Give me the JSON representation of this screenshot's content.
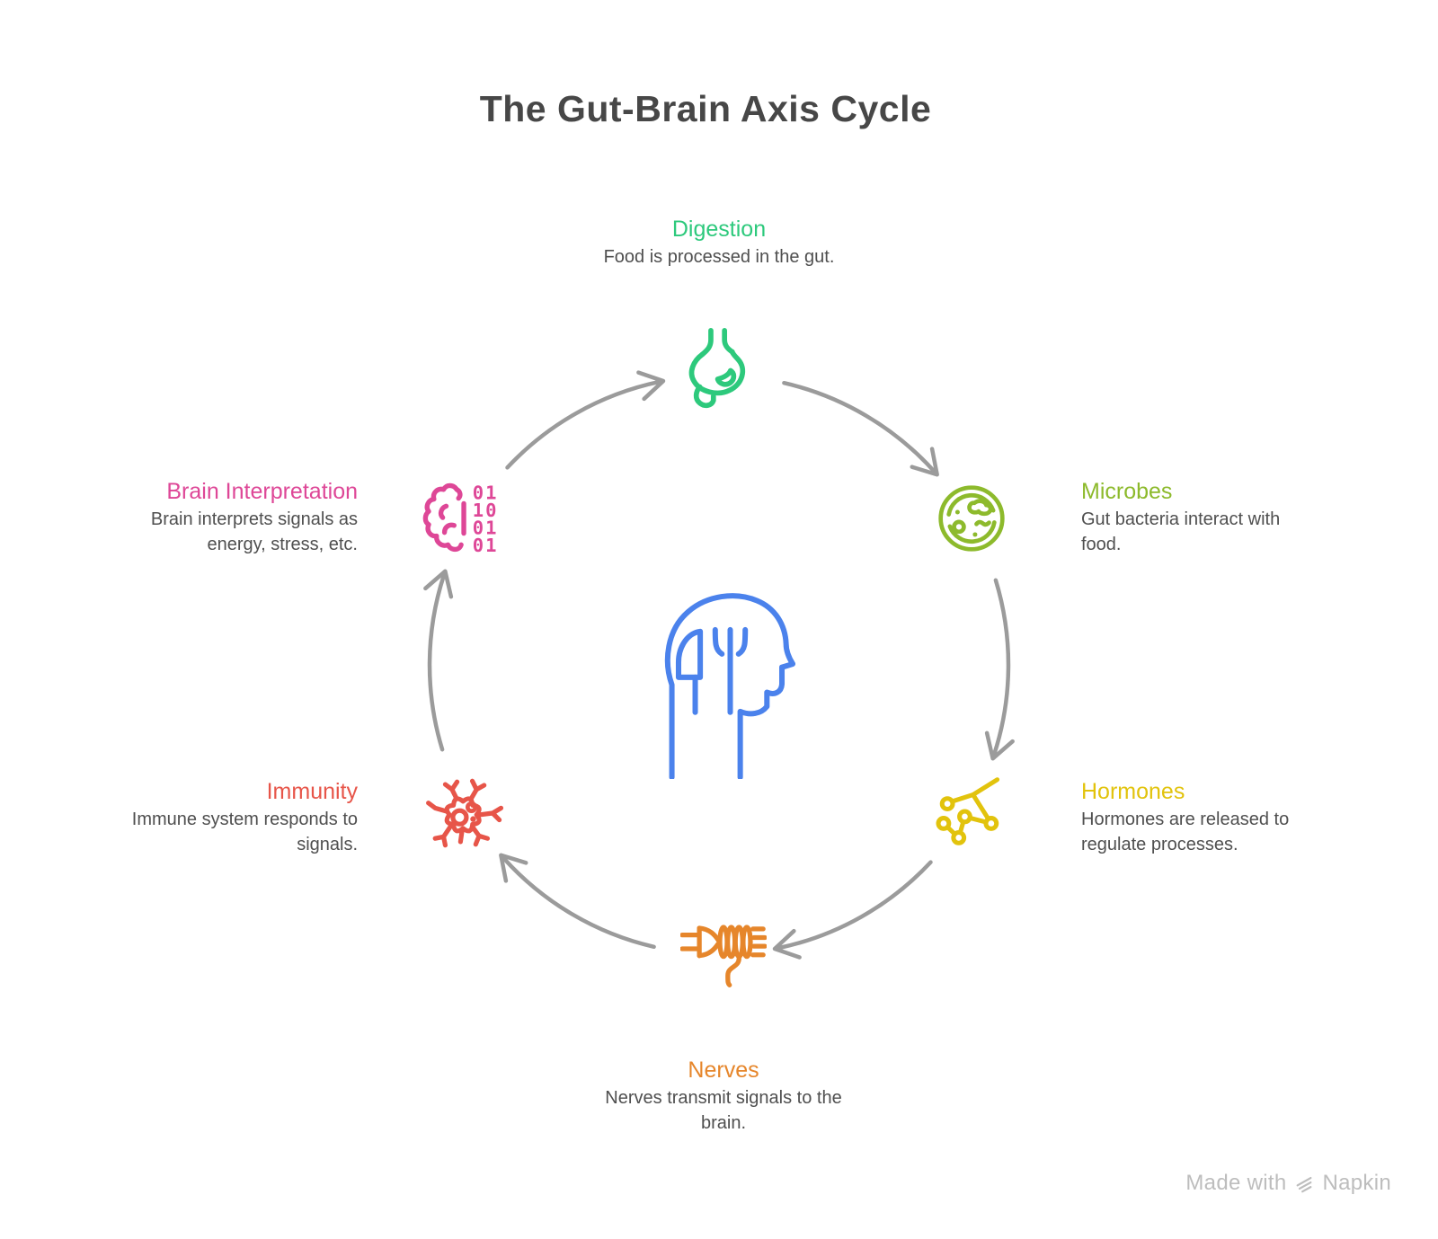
{
  "title": "The Gut-Brain Axis Cycle",
  "colors": {
    "title": "#474747",
    "description": "#4f4f4f",
    "arrow": "#9b9b9b",
    "watermark": "#bdbdbd"
  },
  "center": {
    "icon": "head-with-cutlery",
    "color": "#4b82ec"
  },
  "nodes": [
    {
      "id": "digestion",
      "label": "Digestion",
      "description": "Food is processed in the gut.",
      "color": "#2dc97c",
      "icon": "stomach-icon"
    },
    {
      "id": "microbes",
      "label": "Microbes",
      "description": "Gut bacteria interact with food.",
      "color": "#8dba2c",
      "icon": "petri-dish-icon"
    },
    {
      "id": "hormones",
      "label": "Hormones",
      "description": "Hormones are released to regulate processes.",
      "color": "#e2c30c",
      "icon": "molecule-icon"
    },
    {
      "id": "nerves",
      "label": "Nerves",
      "description": "Nerves transmit signals to the brain.",
      "color": "#e6862b",
      "icon": "nerve-ending-icon"
    },
    {
      "id": "immunity",
      "label": "Immunity",
      "description": "Immune system responds to signals.",
      "color": "#e75549",
      "icon": "immune-cell-icon"
    },
    {
      "id": "brain_interpretation",
      "label": "Brain Interpretation",
      "description": "Brain interprets signals as energy, stress, etc.",
      "color": "#de4797",
      "icon": "brain-binary-icon"
    }
  ],
  "brain_binary": [
    "01",
    "10",
    "01",
    "01"
  ],
  "watermark": {
    "prefix": "Made with",
    "brand": "Napkin"
  }
}
